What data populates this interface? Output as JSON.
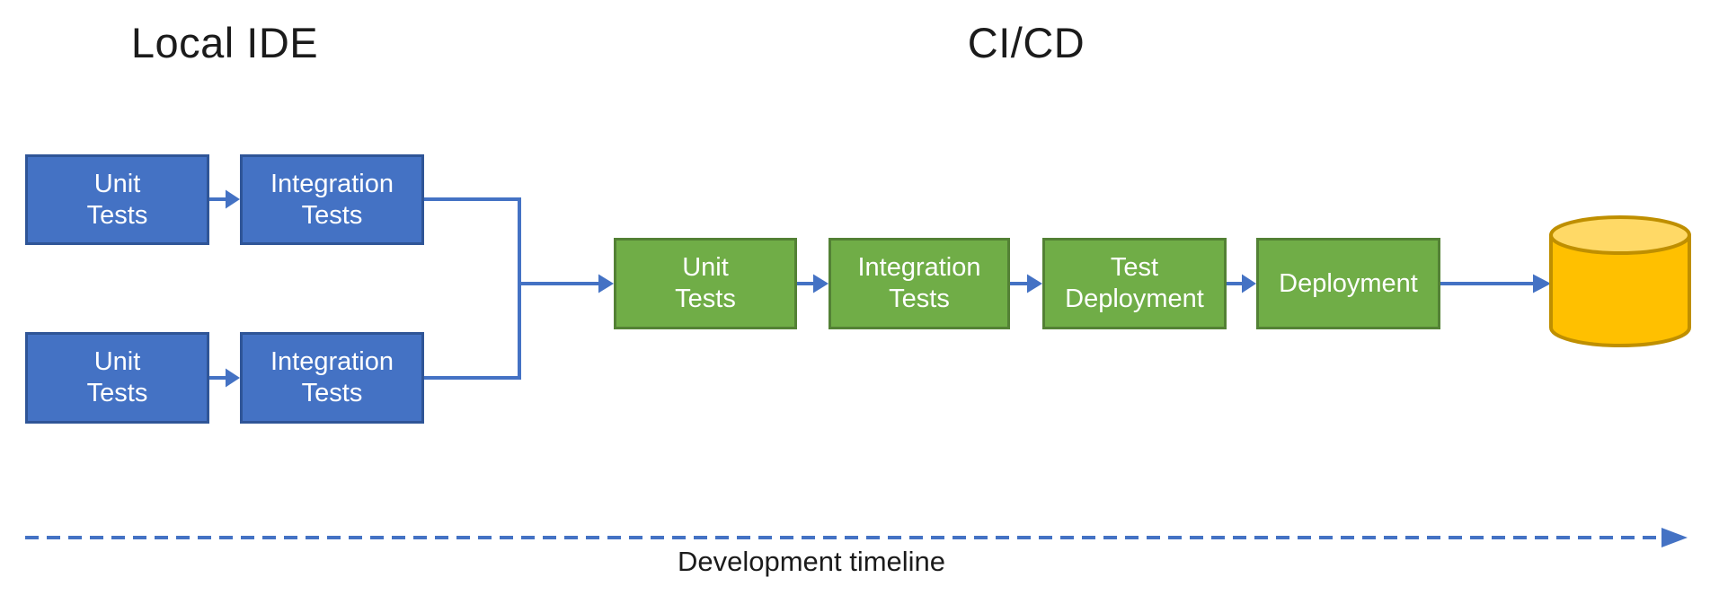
{
  "titles": {
    "local": "Local IDE",
    "cicd": "CI/CD"
  },
  "local_ide": {
    "row1": {
      "unit": "Unit\nTests",
      "integration": "Integration\nTests"
    },
    "row2": {
      "unit": "Unit\nTests",
      "integration": "Integration\nTests"
    }
  },
  "cicd": {
    "unit": "Unit\nTests",
    "integration": "Integration\nTests",
    "test_deployment": "Test\nDeployment",
    "deployment": "Deployment"
  },
  "timeline": {
    "label": "Development timeline"
  },
  "icons": {
    "database": "database-cylinder-icon"
  },
  "colors": {
    "box_blue_fill": "#4472C4",
    "box_blue_border": "#2F5597",
    "box_green_fill": "#70AD47",
    "box_green_border": "#538135",
    "arrow_blue": "#4472C4",
    "db_body_fill": "#FFC000",
    "db_top_fill": "#FFD966",
    "db_border": "#BF8F00",
    "box_text": "#FFFFFF",
    "heading_text": "#1B1B1B"
  }
}
